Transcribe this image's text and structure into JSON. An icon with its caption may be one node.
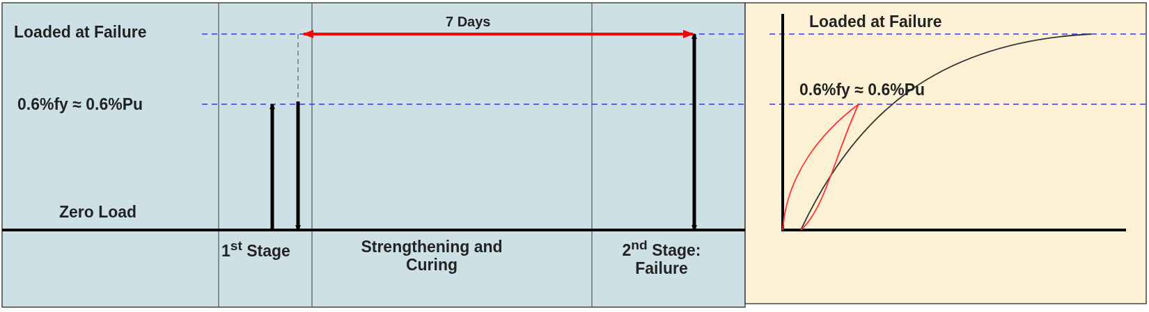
{
  "diagram": {
    "labels": [
      "Loaded at Failure",
      "7 Days",
      "Loaded at Failure",
      "0.6%fy ≈ 0.6%Pu",
      "0.6%fy ≈ 0.6%Pu",
      "Zero Load",
      "1$^{st}$ Stage",
      "Strengthening and Curing",
      "2$^{nd}$ Stage: Failure"
    ]
  }
}
